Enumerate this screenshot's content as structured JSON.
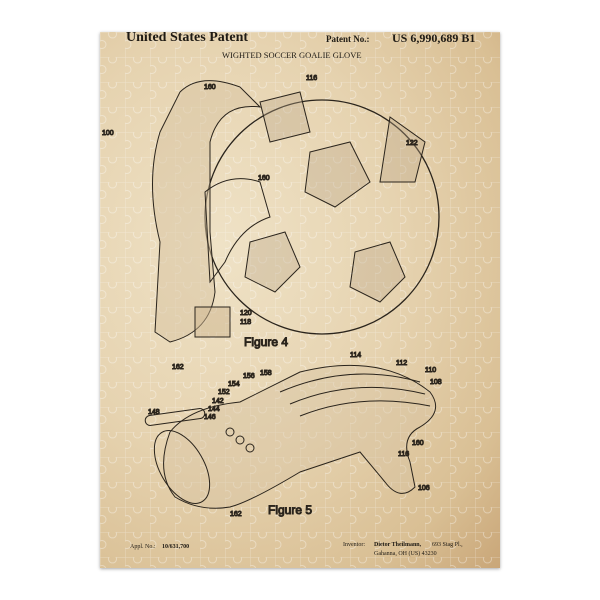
{
  "header": {
    "title": "United States Patent",
    "patent_no_label": "Patent No.:",
    "patent_no": "US 6,990,689 B1"
  },
  "invention_title": "WIGHTED SOCCER GOALIE GLOVE",
  "figures": [
    {
      "caption": "Figure 4",
      "refs": [
        "100",
        "160",
        "116",
        "122",
        "160",
        "120",
        "118",
        "162"
      ]
    },
    {
      "caption": "Figure 5",
      "refs": [
        "114",
        "112",
        "110",
        "108",
        "156",
        "158",
        "154",
        "152",
        "142",
        "144",
        "146",
        "148",
        "160",
        "116",
        "106",
        "162"
      ]
    }
  ],
  "footer": {
    "appl_label": "Appl. No.:",
    "appl_no": "10/631,700",
    "inventor_label": "Inventor:",
    "inventor_name": "Dietor Theilmann,",
    "inventor_addr1": "693 Stag Pl.,",
    "inventor_addr2": "Gahanna, OH (US) 43230"
  },
  "colors": {
    "paper": "#e6d3b0",
    "ink": "#2a241c"
  }
}
